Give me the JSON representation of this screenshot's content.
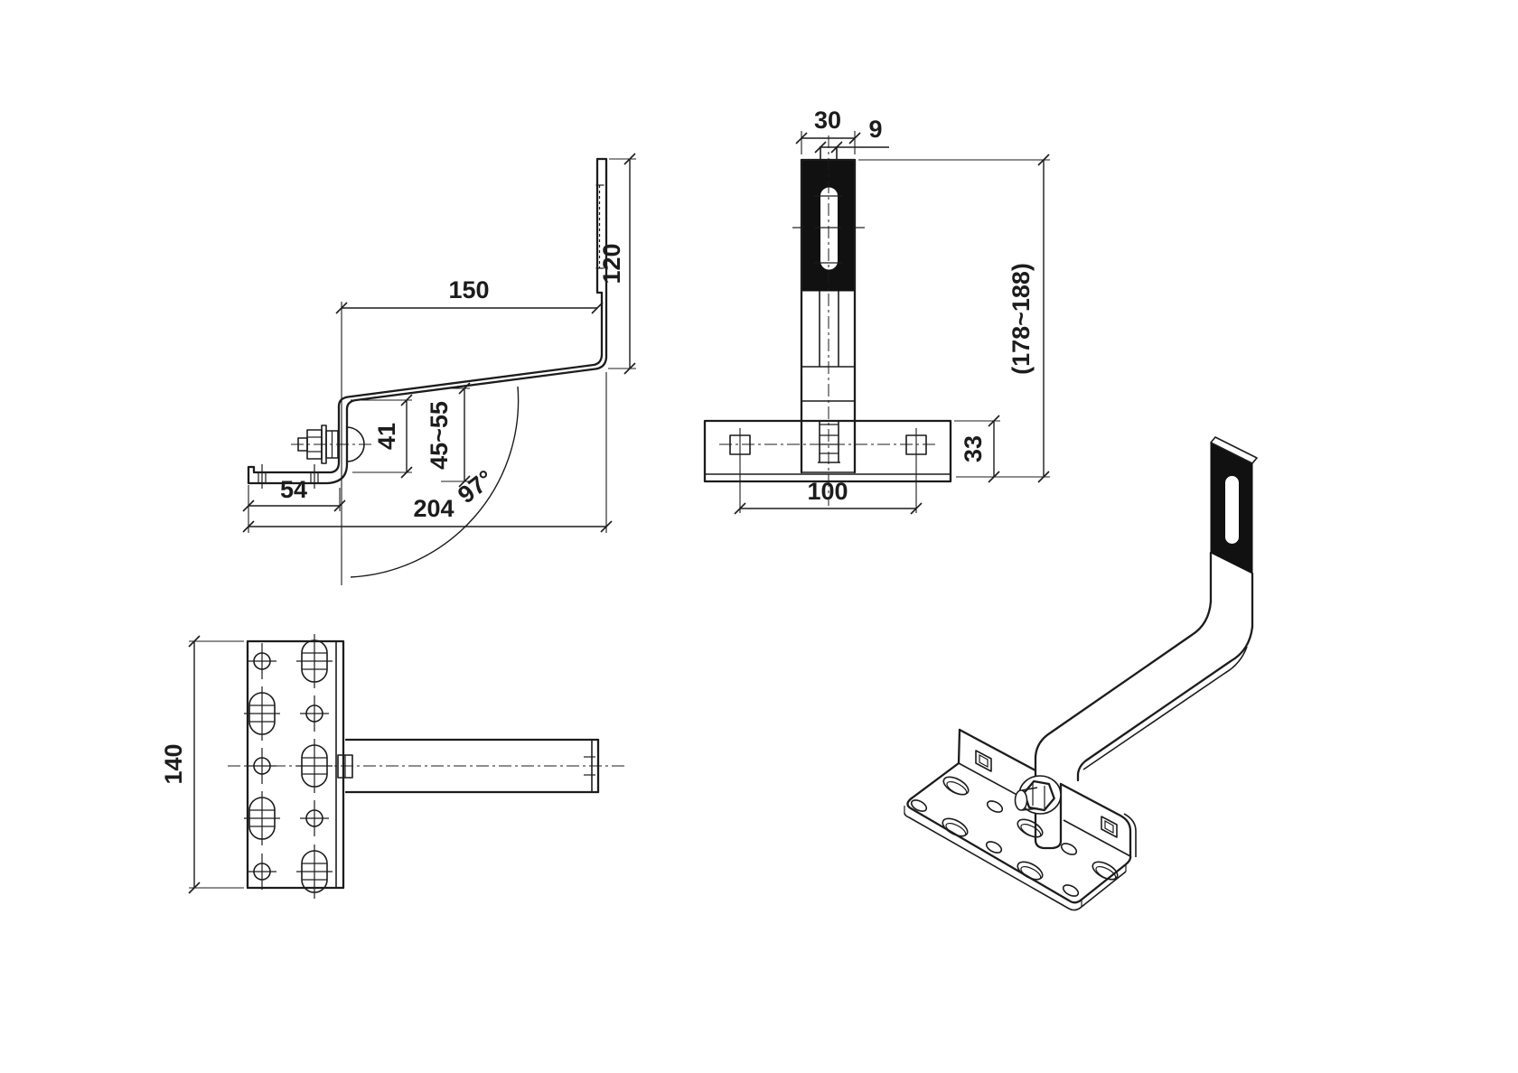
{
  "canvas": {
    "background_color": "#ffffff",
    "line_color": "#1c1c1c",
    "pad_fill_color": "#111111"
  },
  "part": {
    "name": "adjustable tile roof hook bracket",
    "features": [
      "base plate",
      "slotted strap",
      "rubber pad",
      "hex bolt",
      "square holes",
      "slotted holes"
    ]
  },
  "views": {
    "side": {
      "id": "side-view",
      "dimensions": {
        "top_width": "150",
        "bar_height": "120",
        "web_height": "41",
        "clearance_range": "45~55",
        "base_front": "54",
        "total_length": "204",
        "bend_angle": "97°"
      }
    },
    "front": {
      "id": "front-view",
      "dimensions": {
        "strap_width": "30",
        "slot_width": "9",
        "height_range": "(178~188)",
        "base_depth": "33",
        "hole_spacing": "100"
      }
    },
    "top": {
      "id": "top-view",
      "dimensions": {
        "base_length": "140"
      }
    },
    "isometric": {
      "id": "isometric-view"
    }
  }
}
